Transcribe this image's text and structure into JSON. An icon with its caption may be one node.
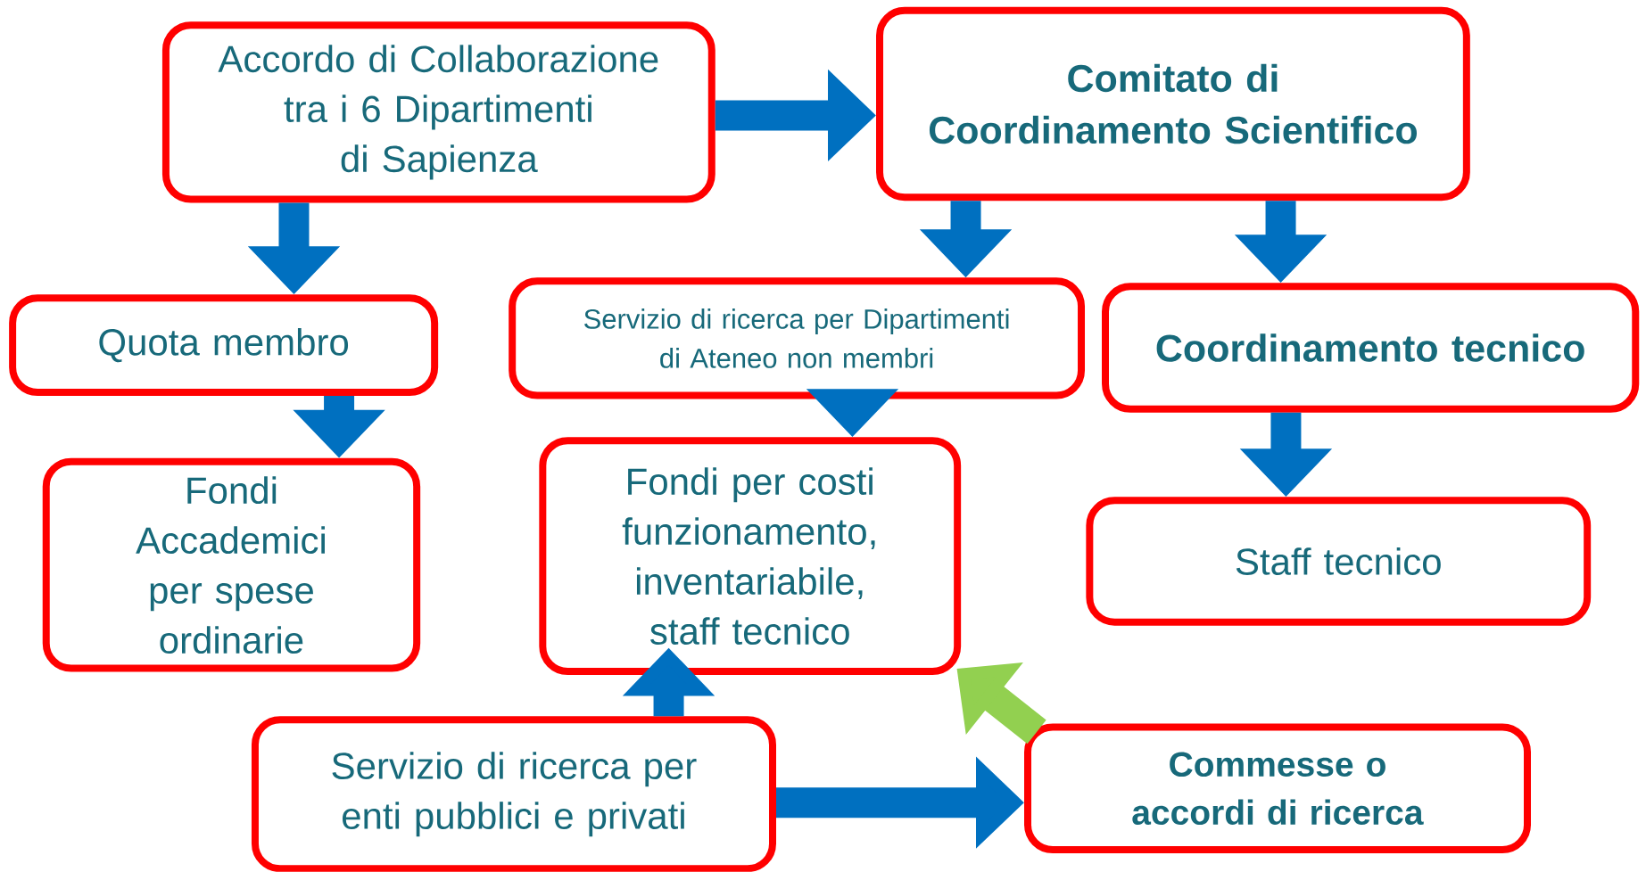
{
  "diagram": {
    "nodes": [
      {
        "text": [
          "Accordo di Collaborazione tra i 6 Dipartimenti di Sapienza"
        ]
      },
      {
        "text": [
          "**Comitato di Coordinamento Scientifico**"
        ]
      },
      {
        "text": [
          "Quota membro"
        ]
      },
      {
        "text": [
          "Servizio di ricerca per Dipartimenti di Ateneo non membri"
        ]
      },
      {
        "text": [
          "**Coordinamento tecnico**"
        ]
      },
      {
        "text": [
          "Fondi Accademici per spese ordinarie"
        ]
      },
      {
        "text": [
          "Fondi per costi funzionamento, inventariabile, staff tecnico"
        ]
      },
      {
        "text": [
          "Staff tecnico"
        ]
      },
      {
        "text": [
          "Servizio di ricerca per enti pubblici e privati"
        ]
      },
      {
        "text": [
          "**Commesse o accordi di ricerca**"
        ]
      }
    ],
    "edges": [
      {
        "from": 0,
        "to": 1,
        "arrow": "to"
      },
      {
        "from": 0,
        "to": 2,
        "arrow": "to"
      },
      {
        "from": 1,
        "to": 3,
        "arrow": "to"
      },
      {
        "from": 1,
        "to": 4,
        "arrow": "to"
      },
      {
        "from": 2,
        "to": 5,
        "arrow": "to"
      },
      {
        "from": 3,
        "to": 6,
        "arrow": "to"
      },
      {
        "from": 4,
        "to": 7,
        "arrow": "to"
      },
      {
        "from": 8,
        "to": 6,
        "arrow": "to"
      },
      {
        "from": 8,
        "to": 9,
        "arrow": "to"
      },
      {
        "from": 9,
        "to": 6,
        "arrow": "to",
        "color": "#92d050"
      }
    ]
  }
}
